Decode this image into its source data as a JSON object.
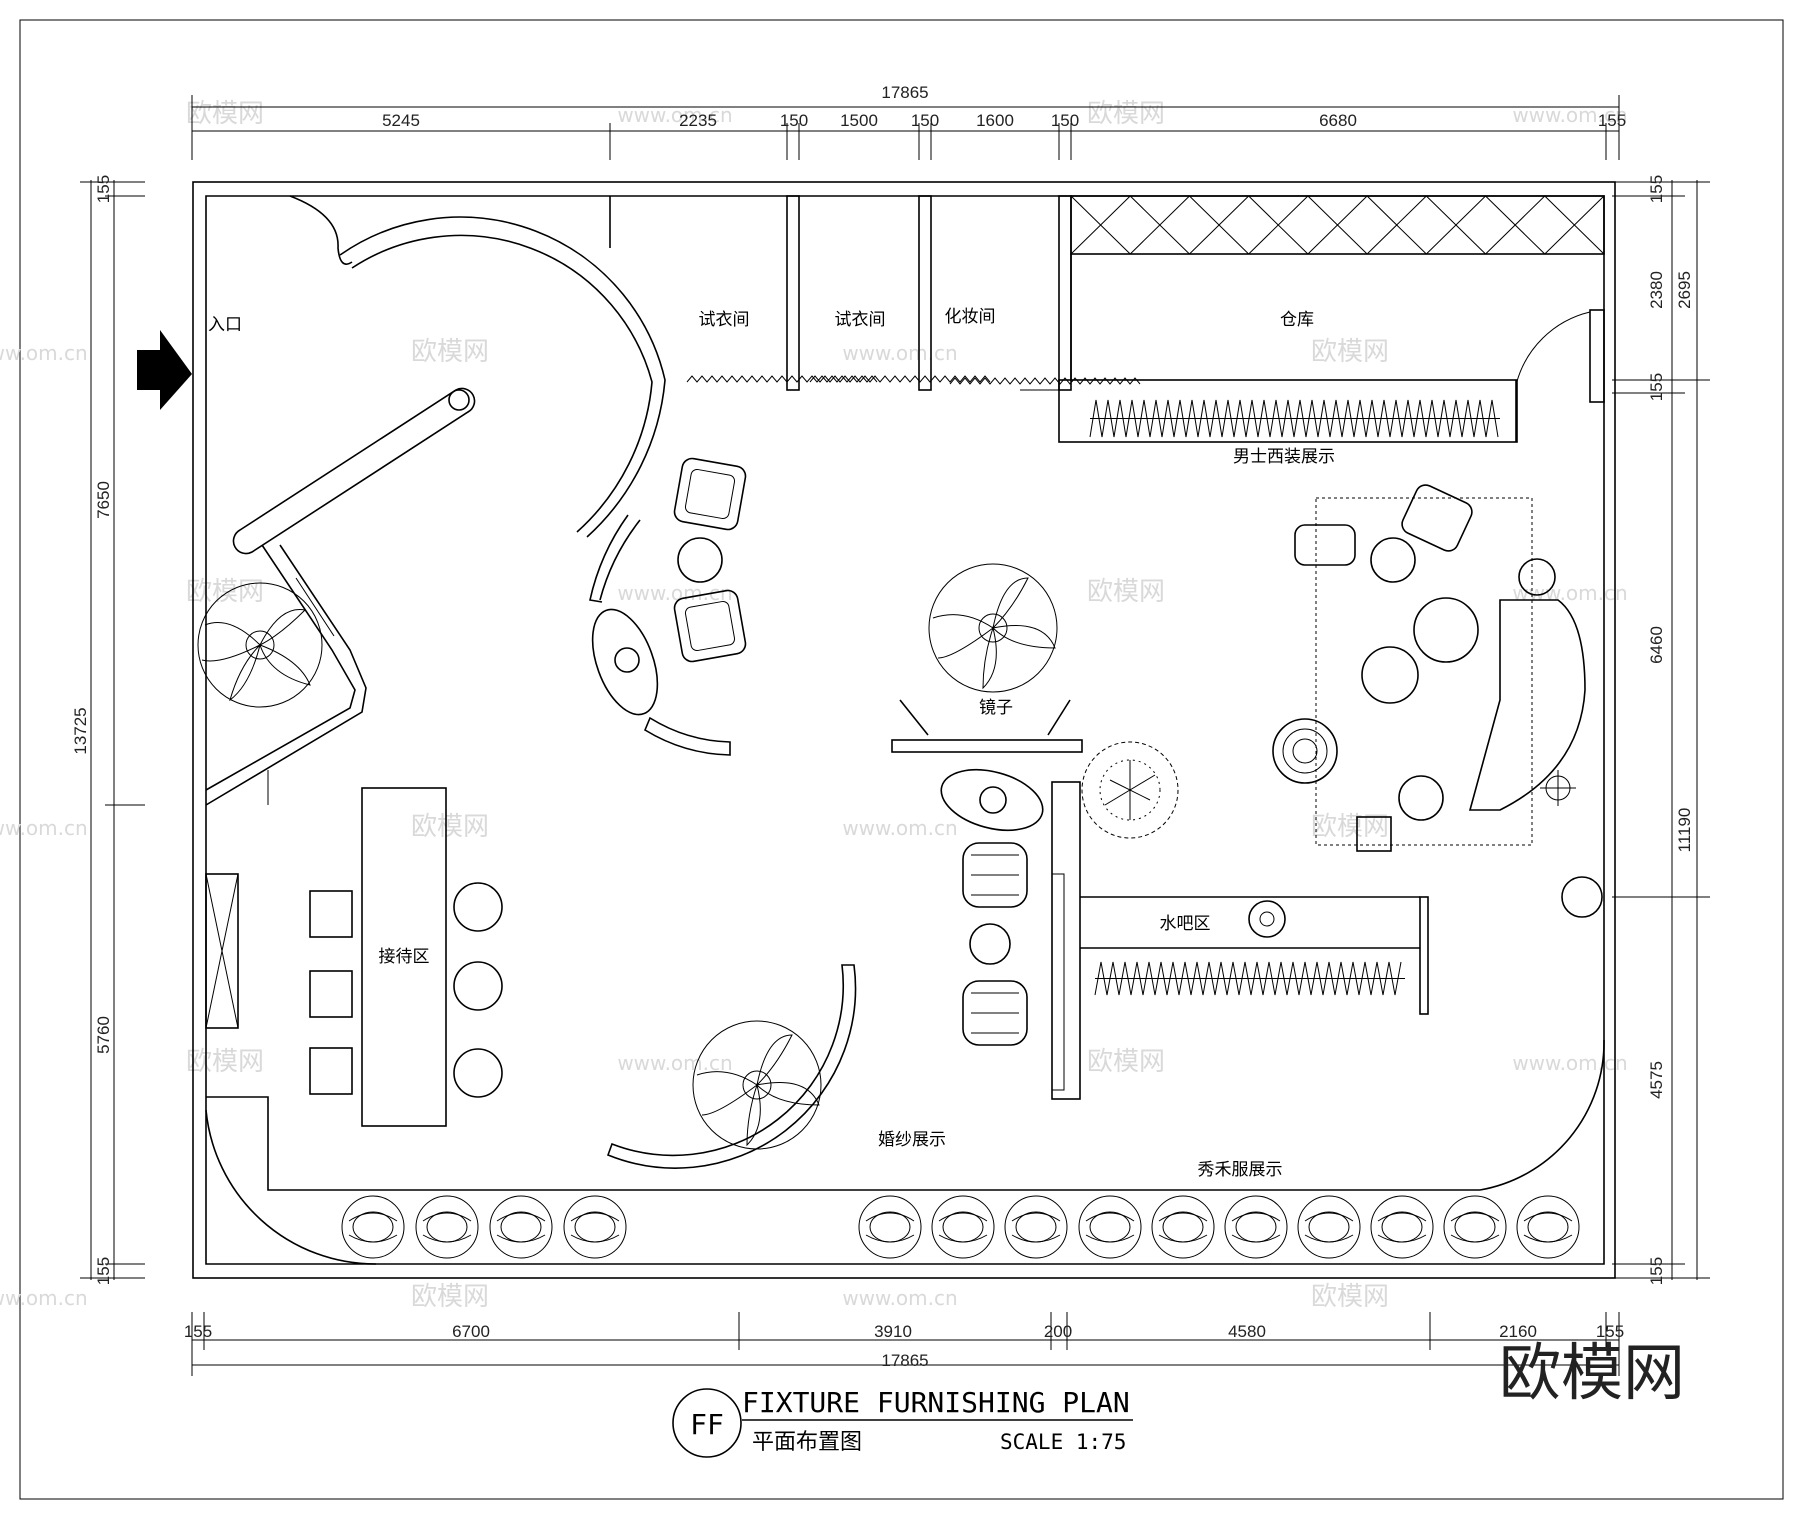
{
  "plan": {
    "title": "FIXTURE FURNISHING PLAN",
    "subtitle": "平面布置图",
    "scale": "SCALE 1:75",
    "badge": "FF",
    "brand": "欧模网"
  },
  "dimensions": {
    "top_total": "17865",
    "top": [
      "5245",
      "2235",
      "150",
      "1500",
      "150",
      "1600",
      "150",
      "6680",
      "155"
    ],
    "bottom_total": "17865",
    "bottom": [
      "155",
      "6700",
      "3910",
      "200",
      "4580",
      "2160",
      "155"
    ],
    "left_total": "13725",
    "left": [
      "155",
      "7650",
      "5760",
      "155"
    ],
    "right_a": [
      "155",
      "2380",
      "155",
      "6460",
      "4575",
      "155"
    ],
    "right_b": [
      "2695",
      "11190"
    ]
  },
  "rooms": {
    "entrance": "入口",
    "fitting_1": "试衣间",
    "fitting_2": "试衣间",
    "makeup": "化妆间",
    "storage": "仓库",
    "menswear": "男士西装展示",
    "mirror": "镜子",
    "water_bar": "水吧区",
    "reception": "接待区",
    "wedding": "婚纱展示",
    "xiuhe": "秀禾服展示"
  },
  "watermarks": {
    "logo": "欧模网",
    "url": "www.om.cn"
  }
}
